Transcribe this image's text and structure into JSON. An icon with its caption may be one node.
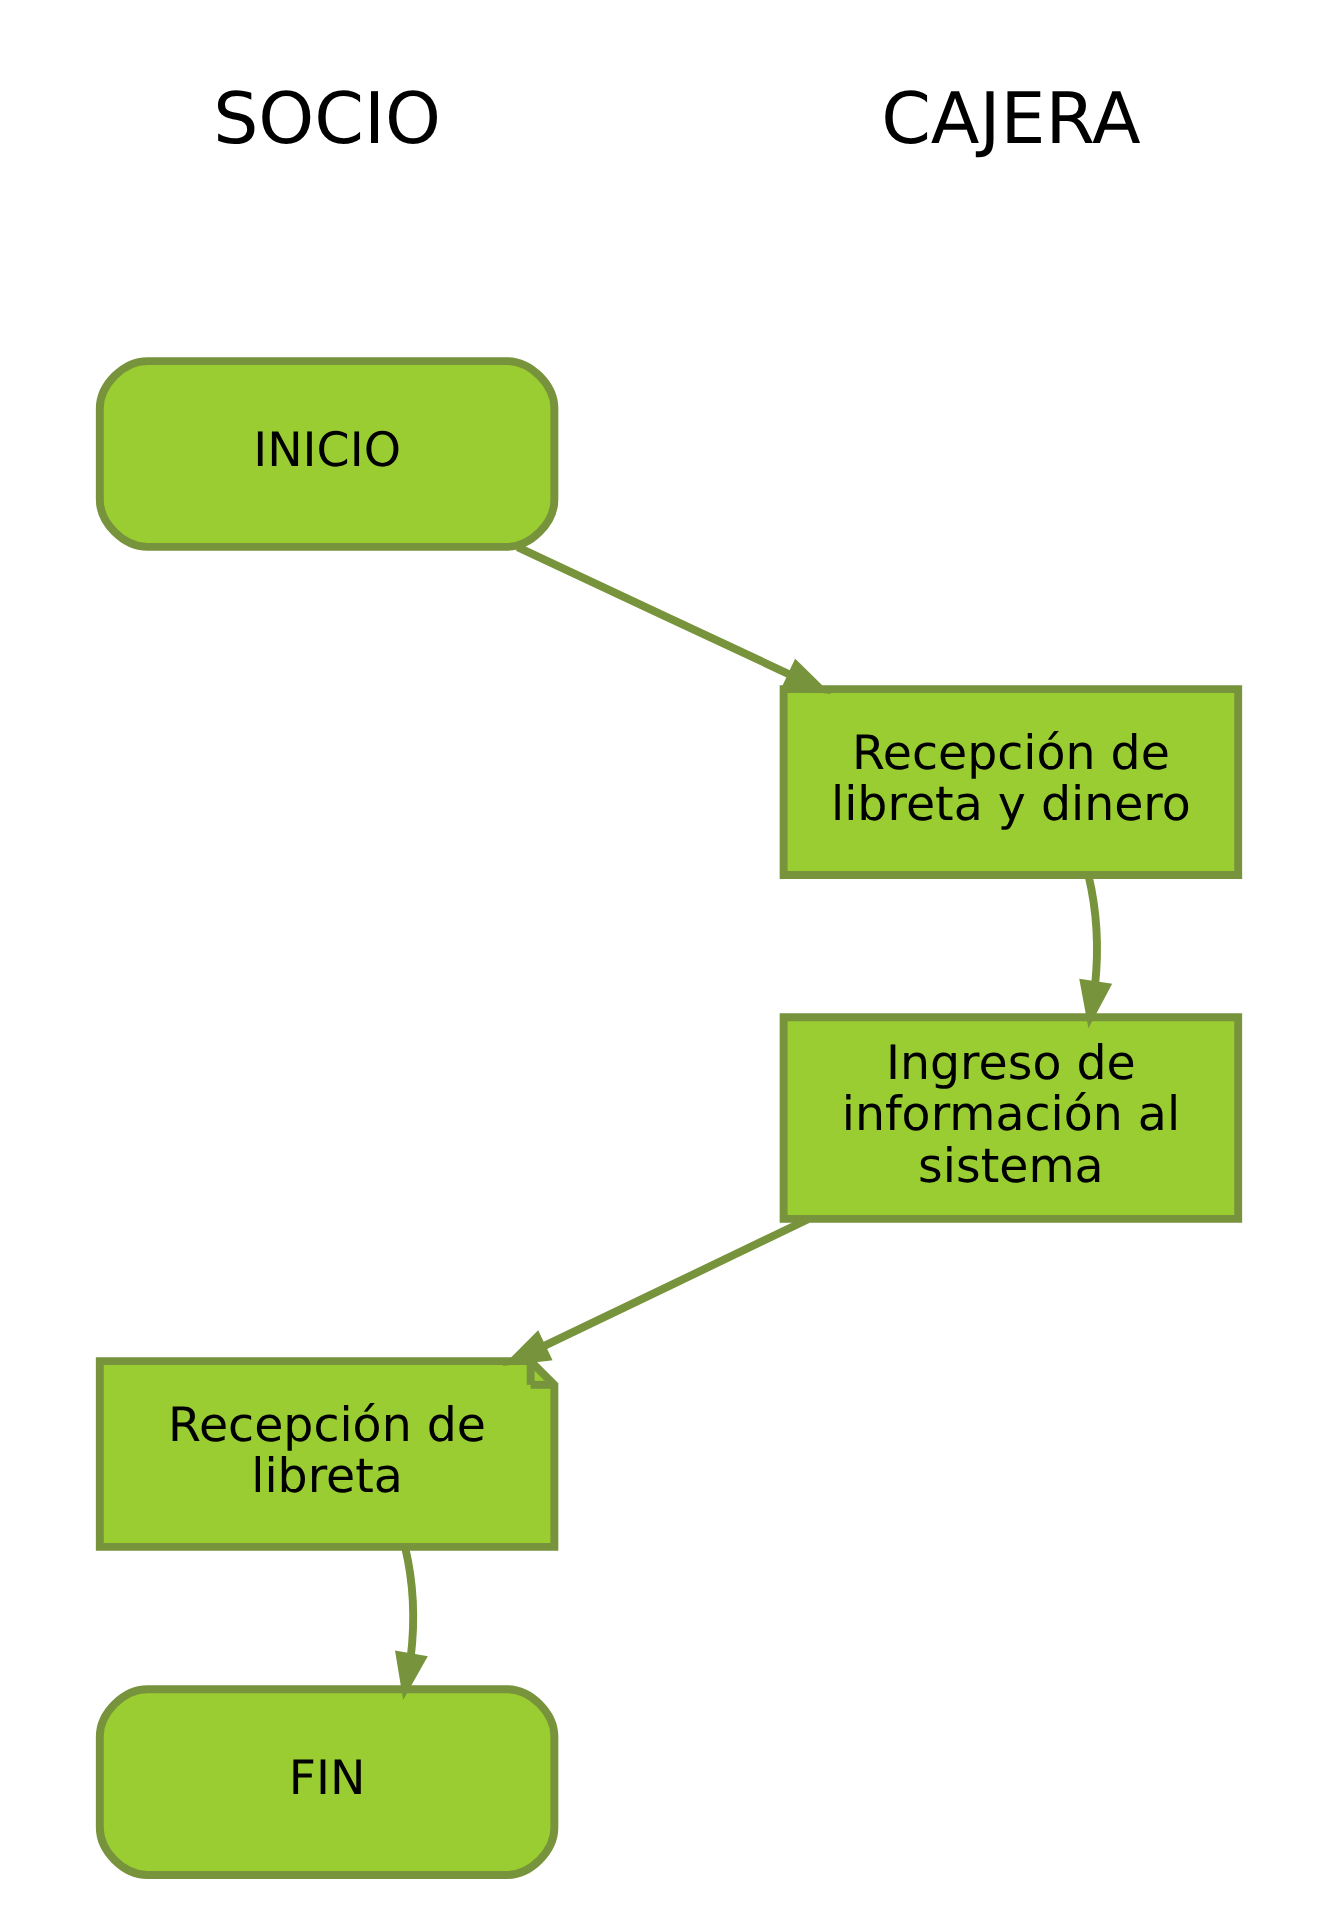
{
  "diagram": {
    "nodes": [
      {
        "text": [
          "INICIO"
        ]
      },
      {
        "text": [
          "Recepción de libreta y dinero"
        ]
      },
      {
        "text": [
          "Ingreso de información al sistema"
        ]
      },
      {
        "text": [
          "Recepción de libreta"
        ]
      },
      {
        "text": [
          "FIN"
        ]
      }
    ],
    "edges": [
      {
        "from": 0,
        "to": 1,
        "arrow": "to"
      },
      {
        "from": 1,
        "to": 2,
        "arrow": "to"
      },
      {
        "from": 2,
        "to": 3,
        "arrow": "to"
      },
      {
        "from": 3,
        "to": 4,
        "arrow": "to"
      }
    ],
    "labels": [
      "SOCIO",
      "CAJERA"
    ]
  }
}
